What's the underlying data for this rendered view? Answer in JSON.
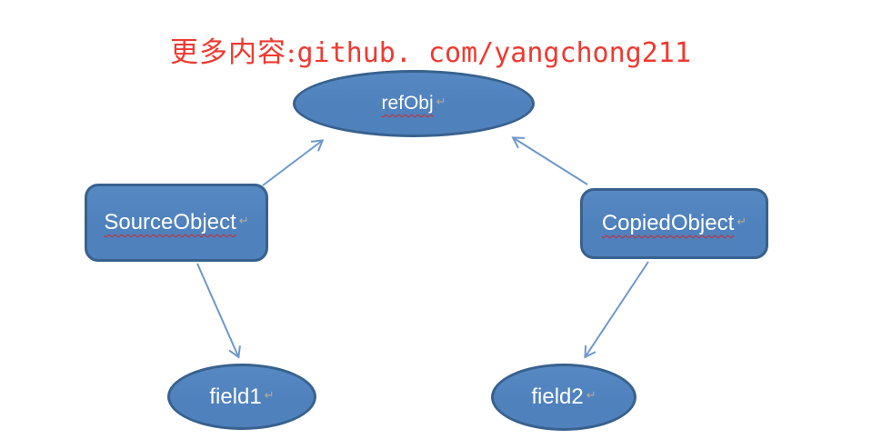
{
  "title": {
    "prefix": "更多内容:",
    "link": "github. com/yangchong211"
  },
  "diagram": {
    "nodes": [
      {
        "id": "refObj",
        "label": "refObj",
        "shape": "ellipse"
      },
      {
        "id": "SourceObject",
        "label": "SourceObject",
        "shape": "rounded-rect"
      },
      {
        "id": "CopiedObject",
        "label": "CopiedObject",
        "shape": "rounded-rect"
      },
      {
        "id": "field1",
        "label": "field1",
        "shape": "ellipse"
      },
      {
        "id": "field2",
        "label": "field2",
        "shape": "ellipse"
      }
    ],
    "edges": [
      {
        "from": "SourceObject",
        "to": "refObj"
      },
      {
        "from": "CopiedObject",
        "to": "refObj"
      },
      {
        "from": "SourceObject",
        "to": "field1"
      },
      {
        "from": "CopiedObject",
        "to": "field2"
      }
    ]
  },
  "marks": {
    "line_break": "↵"
  },
  "colors": {
    "title_color": "#ee3a31",
    "node_fill": "#4f81bd",
    "node_border": "#38618e",
    "label_color": "#ffffff",
    "arrow_color": "#6d98cb",
    "squiggle": "#cc2a2a"
  }
}
